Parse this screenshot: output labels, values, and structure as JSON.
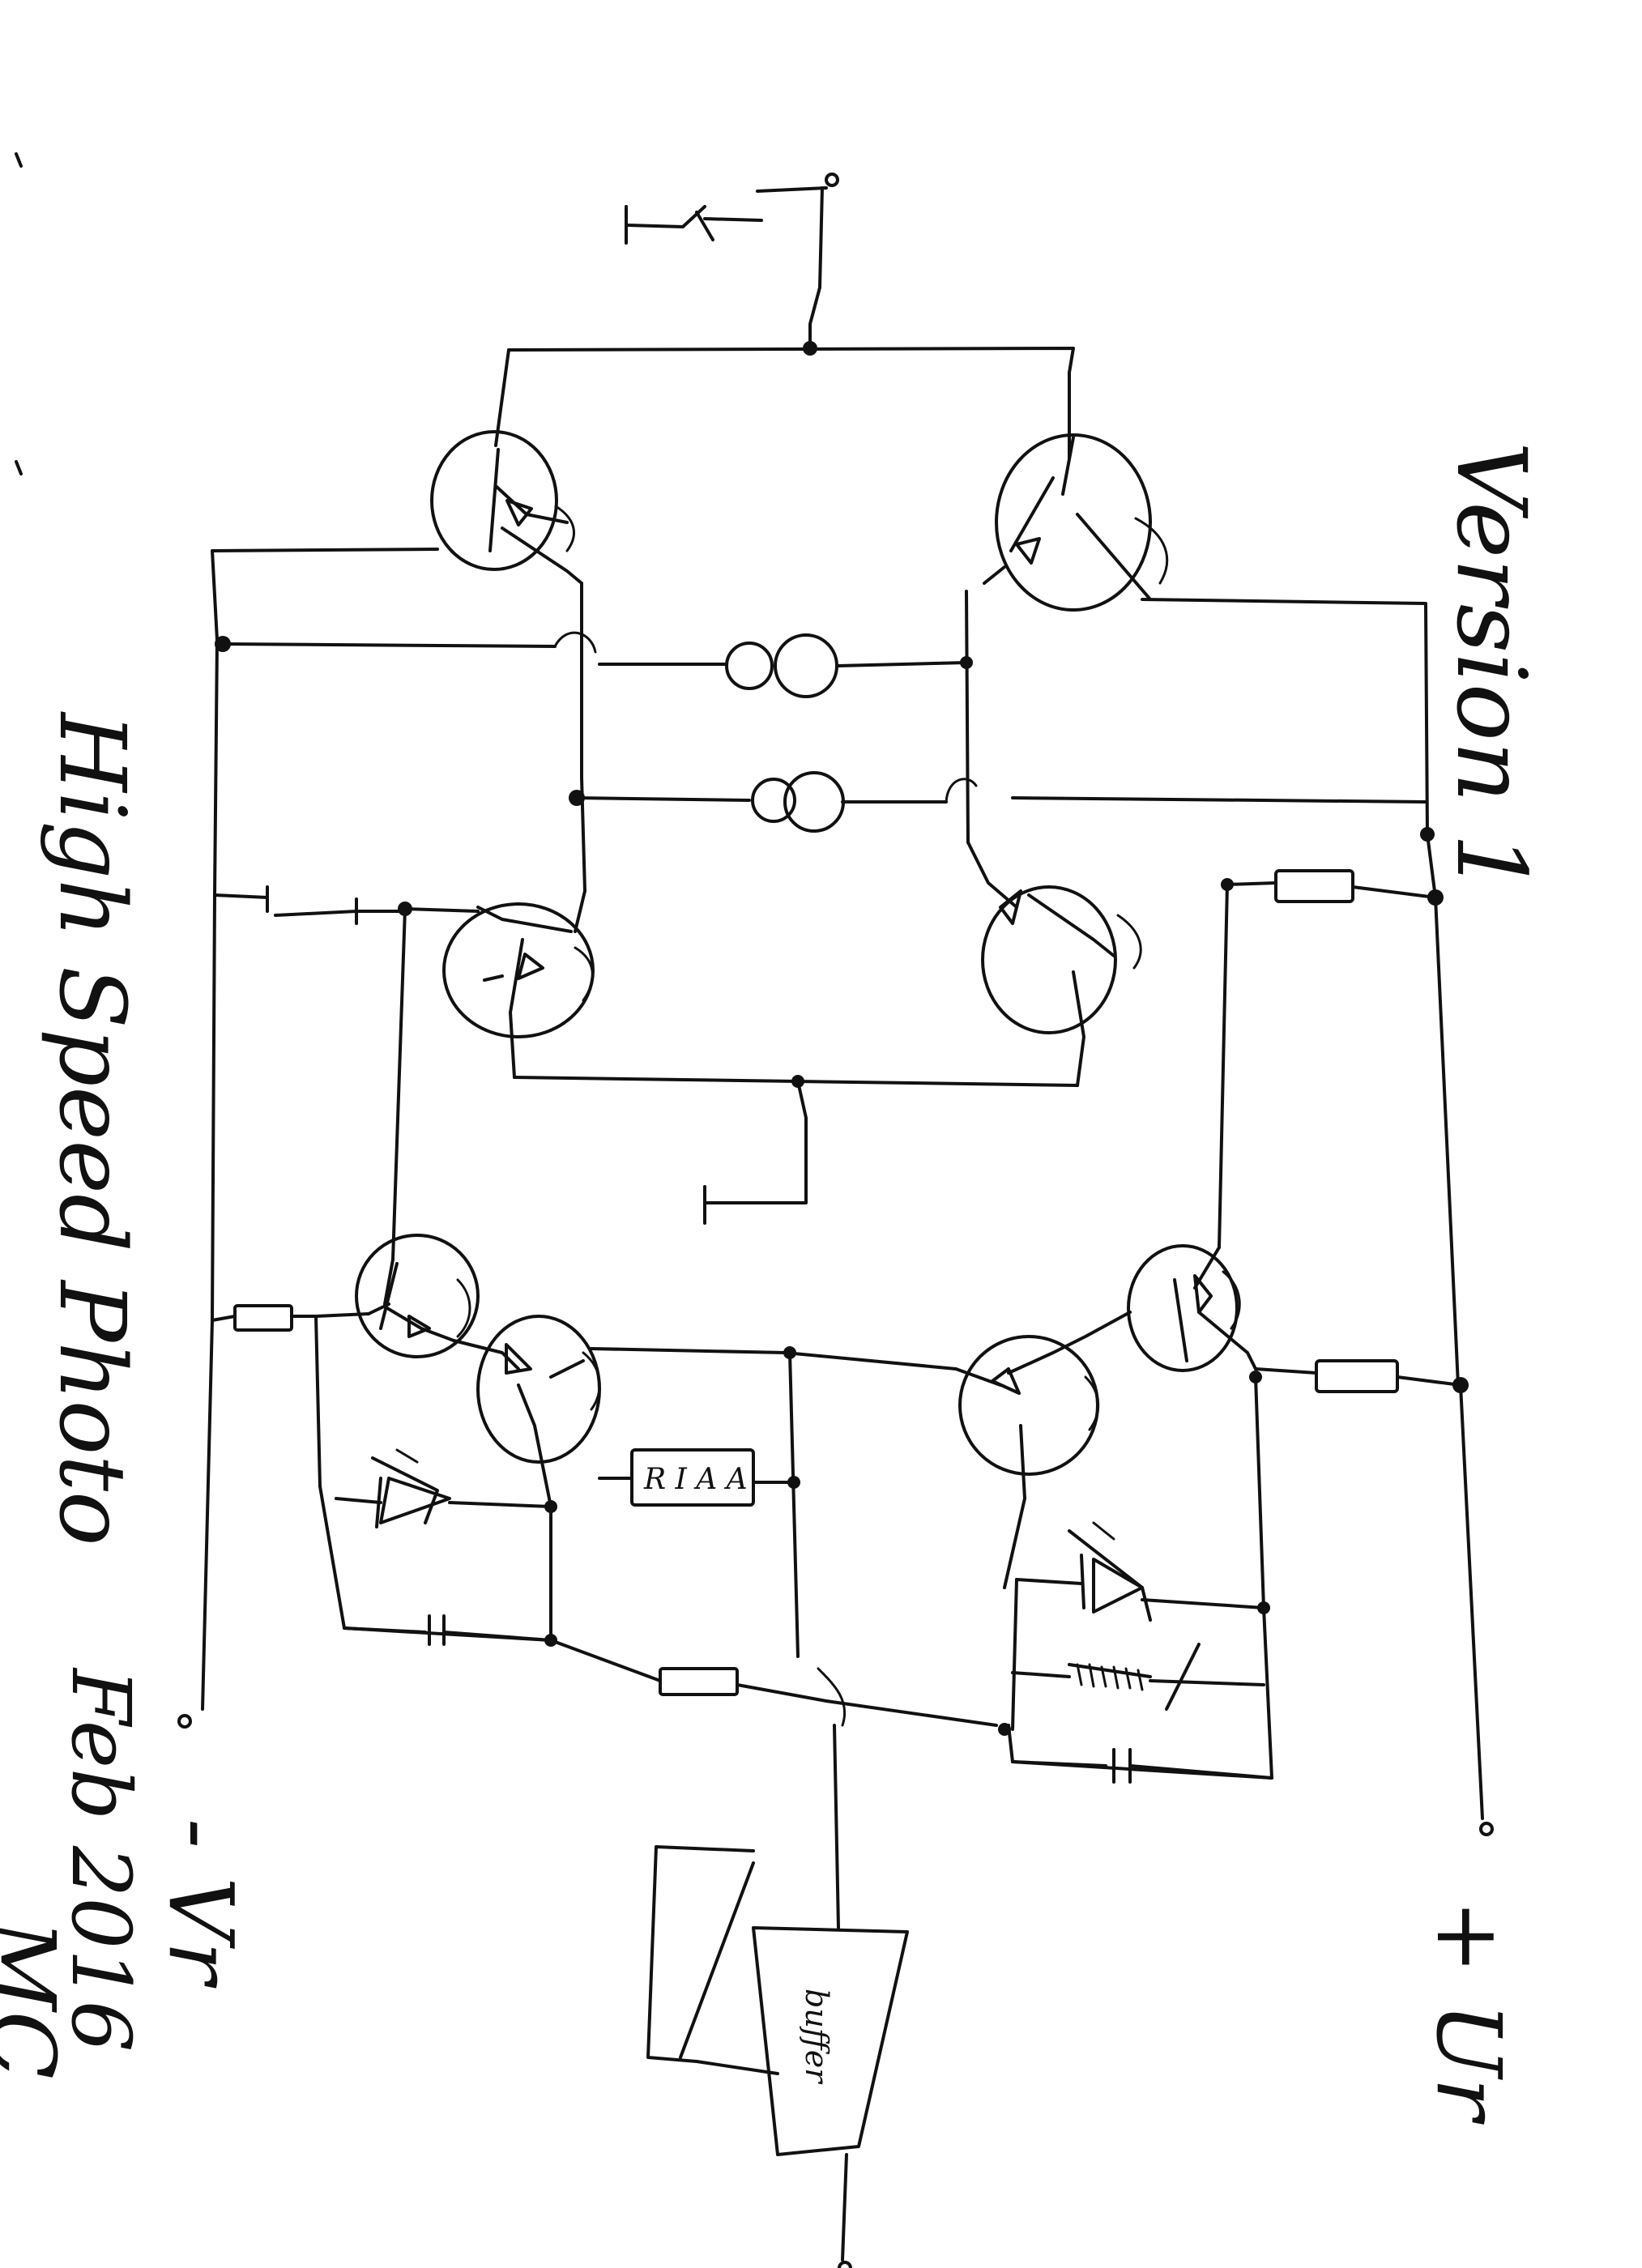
{
  "labels": {
    "version": "Version 1",
    "title": "High Speed Photo",
    "date": "Feb 2016",
    "signature": "MC",
    "vneg": "- Vr",
    "vpos": "+ Ur",
    "riaa": "R I A A",
    "buffer": "buffer"
  }
}
